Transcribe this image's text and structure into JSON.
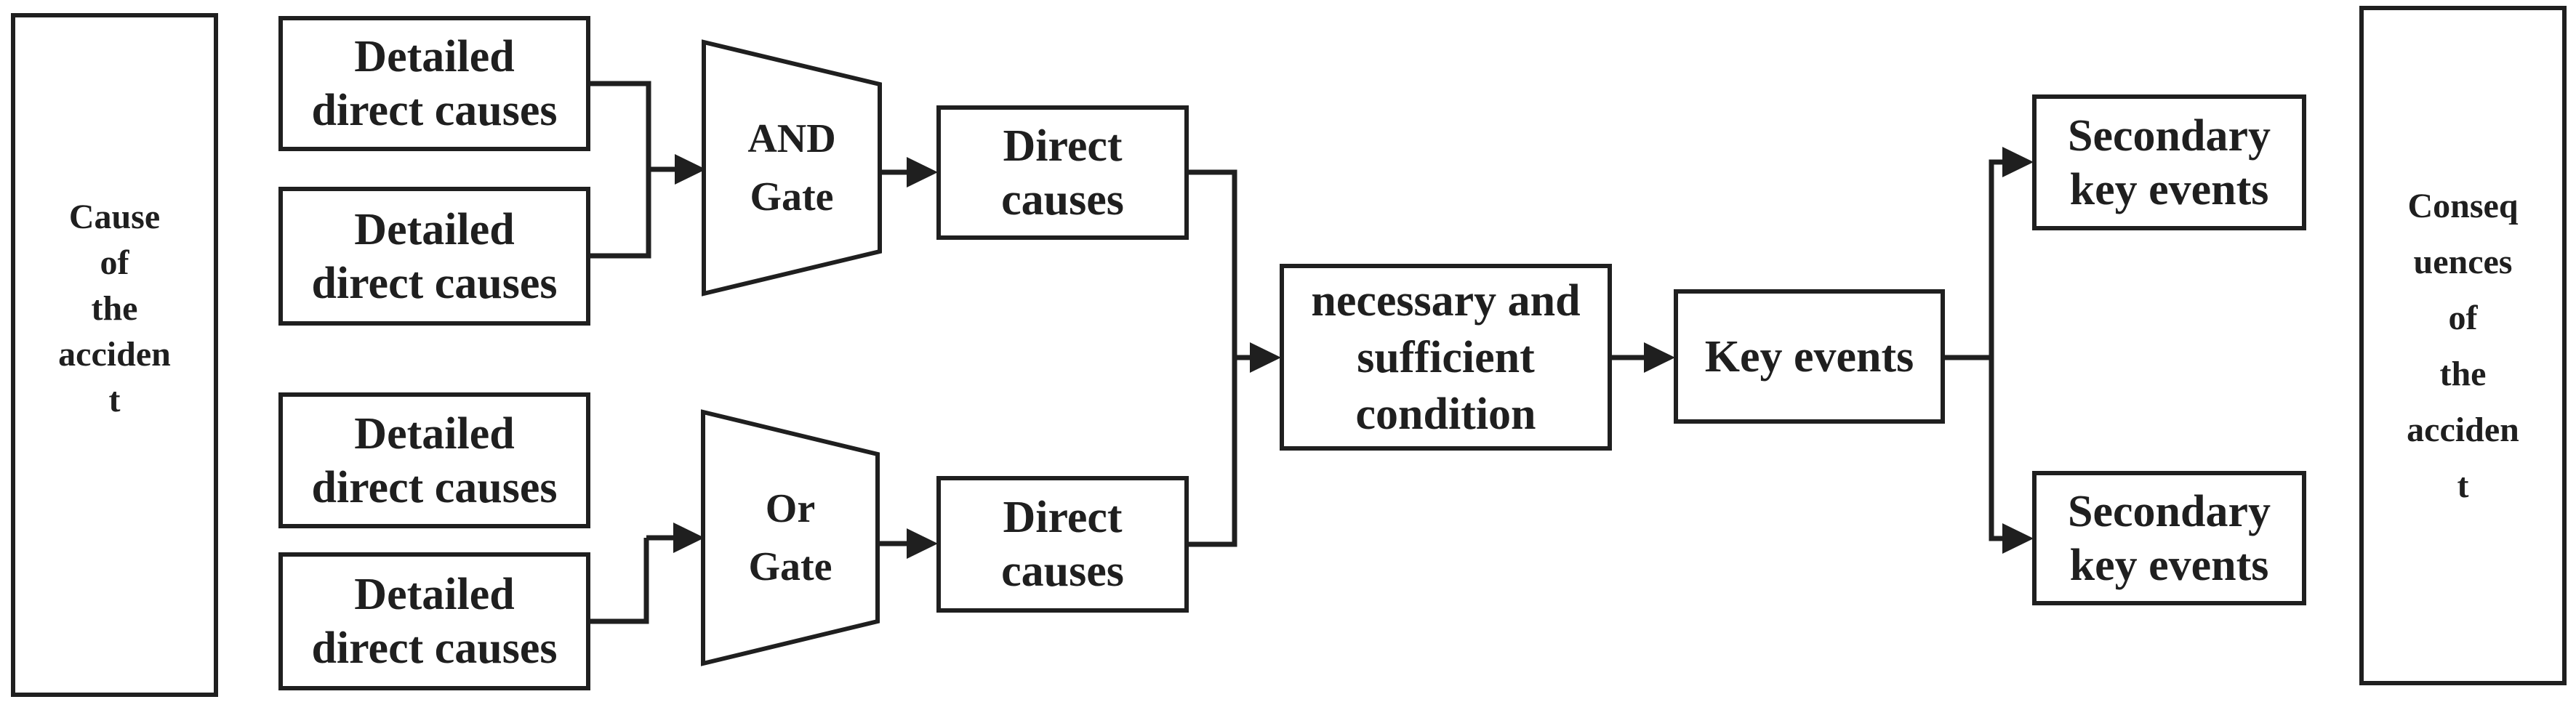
{
  "diagram": {
    "type": "flowchart",
    "colors": {
      "line": "#1f1f1f",
      "background": "#ffffff",
      "text": "#1f1f1f"
    },
    "nodes": {
      "cause": {
        "lines": [
          "Cause",
          "of",
          "the",
          "acciden",
          "t"
        ]
      },
      "detailed_direct_causes": {
        "lines": [
          "Detailed",
          "direct causes"
        ]
      },
      "and_gate": {
        "lines": [
          "AND",
          "Gate"
        ]
      },
      "or_gate": {
        "lines": [
          "Or",
          "Gate"
        ]
      },
      "direct_causes": {
        "lines": [
          "Direct",
          "causes"
        ]
      },
      "necessary_condition": {
        "lines": [
          "necessary and",
          "sufficient",
          "condition"
        ]
      },
      "key_events": {
        "lines": [
          "Key events"
        ]
      },
      "secondary_key_events": {
        "lines": [
          "Secondary",
          "key events"
        ]
      },
      "consequences": {
        "lines": [
          "Conseq",
          "uences",
          "of",
          "the",
          "acciden",
          "t"
        ]
      }
    }
  }
}
